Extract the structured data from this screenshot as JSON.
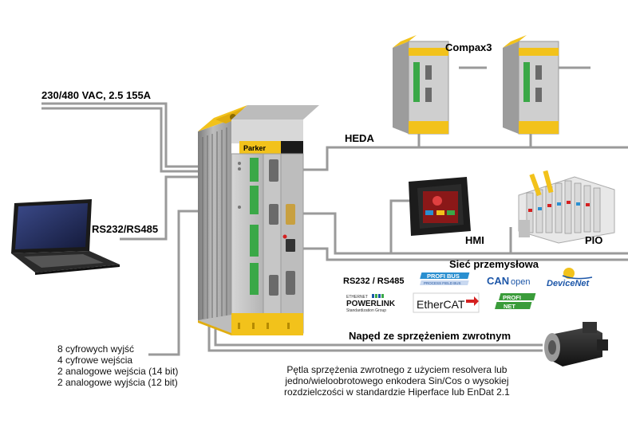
{
  "labels": {
    "power": "230/480 VAC, 2.5  155A",
    "heda": "HEDA",
    "compax": "Compax3",
    "rs232_485": "RS232/RS485",
    "hmi": "HMI",
    "pio": "PIO",
    "network_title": "Sieć przemysłowa",
    "rs232_rs485_small": "RS232 / RS485",
    "feedback_drive": "Napęd ze sprzężeniem zwrotnym",
    "brand": "Parker"
  },
  "logos": {
    "profibus": "PROFI BUS",
    "profibus_sub": "PROCESS FIELD BUS",
    "canopen_can": "CAN",
    "canopen_open": "open",
    "devicenet": "DeviceNet",
    "powerlink_top": "ETHERNET",
    "powerlink_main": "POWERLINK",
    "powerlink_sub": "Standardization Group",
    "ethercat": "EtherCAT",
    "profinet_top": "PROFI",
    "profinet_bottom": "NET"
  },
  "io_list": [
    "8 cyfrowych wyjść",
    "4 cyfrowe wejścia",
    "2 analogowe wejścia (14 bit)",
    "2 analogowe wyjścia (12 bit)"
  ],
  "feedback_note": [
    "Pętla sprzężenia zwrotnego z użyciem resolvera lub",
    "jedno/wieloobrotowego enkodera Sin/Cos o wysokiej",
    "rozdzielczości w standardzie Hiperface lub EnDat 2.1"
  ],
  "colors": {
    "wire": "#9a9a9a",
    "drive_yellow": "#f2c21b",
    "drive_body": "#c9c9c9",
    "drive_dark": "#8a8a8a",
    "connector_green": "#3aa847",
    "can_blue": "#1c56a8",
    "profi_cyan": "#2a8fd0",
    "profinet_green": "#3a9c3a",
    "ethercat_red": "#d42020"
  }
}
